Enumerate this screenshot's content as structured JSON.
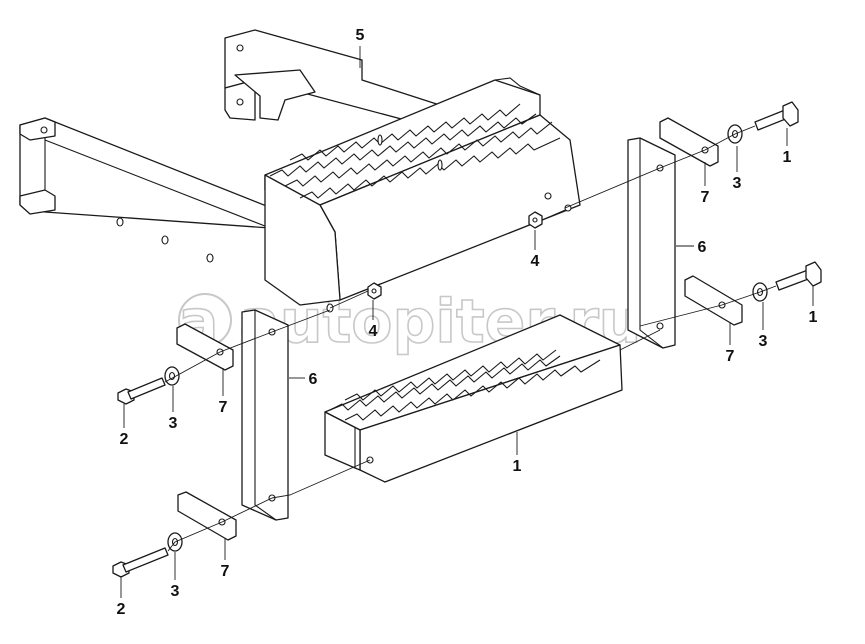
{
  "watermark": "a autopiter.ru",
  "callouts": {
    "c1a": "1",
    "c1b": "1",
    "c1c": "1",
    "c2a": "2",
    "c2b": "2",
    "c3a": "3",
    "c3b": "3",
    "c3c": "3",
    "c3d": "3",
    "c4a": "4",
    "c4b": "4",
    "c5": "5",
    "c6a": "6",
    "c6b": "6",
    "c7a": "7",
    "c7b": "7",
    "c7c": "7",
    "c7d": "7"
  }
}
